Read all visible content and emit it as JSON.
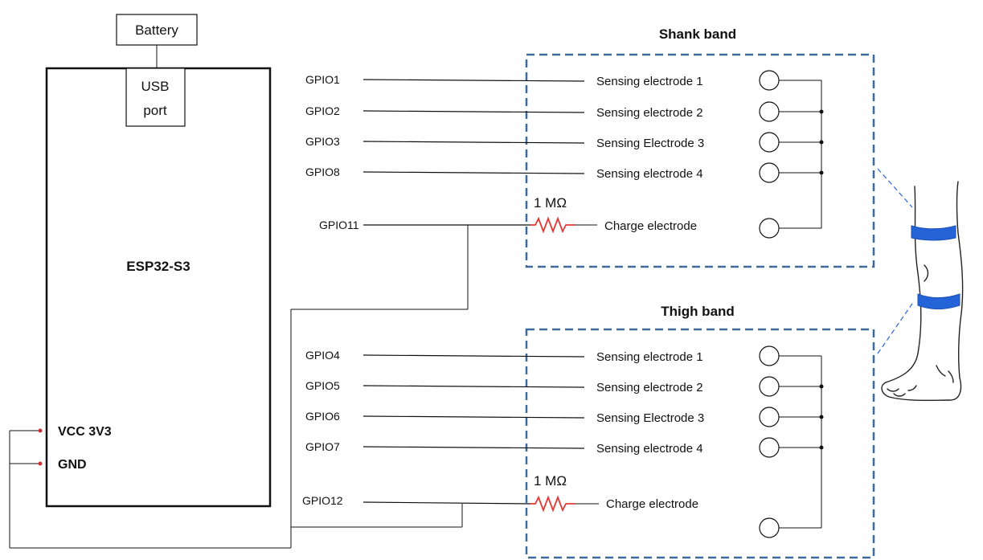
{
  "battery": {
    "label": "Battery"
  },
  "usb_port": {
    "line1": "USB",
    "line2": "port"
  },
  "mcu": {
    "label": "ESP32-S3",
    "vcc_label": "VCC 3V3",
    "gnd_label": "GND"
  },
  "shank_band": {
    "title": "Shank band",
    "rows": [
      {
        "gpio": "GPIO1",
        "electrode": "Sensing electrode 1"
      },
      {
        "gpio": "GPIO2",
        "electrode": "Sensing electrode 2"
      },
      {
        "gpio": "GPIO3",
        "electrode": "Sensing Electrode 3"
      },
      {
        "gpio": "GPIO8",
        "electrode": "Sensing electrode 4"
      }
    ],
    "charge": {
      "gpio": "GPIO11",
      "resistor": "1 MΩ",
      "electrode": "Charge electrode"
    }
  },
  "thigh_band": {
    "title": "Thigh band",
    "rows": [
      {
        "gpio": "GPIO4",
        "electrode": "Sensing electrode 1"
      },
      {
        "gpio": "GPIO5",
        "electrode": "Sensing electrode 2"
      },
      {
        "gpio": "GPIO6",
        "electrode": "Sensing Electrode 3"
      },
      {
        "gpio": "GPIO7",
        "electrode": "Sensing electrode 4"
      }
    ],
    "charge": {
      "gpio": "GPIO12",
      "resistor": "1 MΩ",
      "electrode": "Charge electrode"
    }
  },
  "colors": {
    "band_border": "#3d6a9a",
    "resistor": "#e53935",
    "band_fill": "#2563d9",
    "node": "#d32f2f"
  }
}
